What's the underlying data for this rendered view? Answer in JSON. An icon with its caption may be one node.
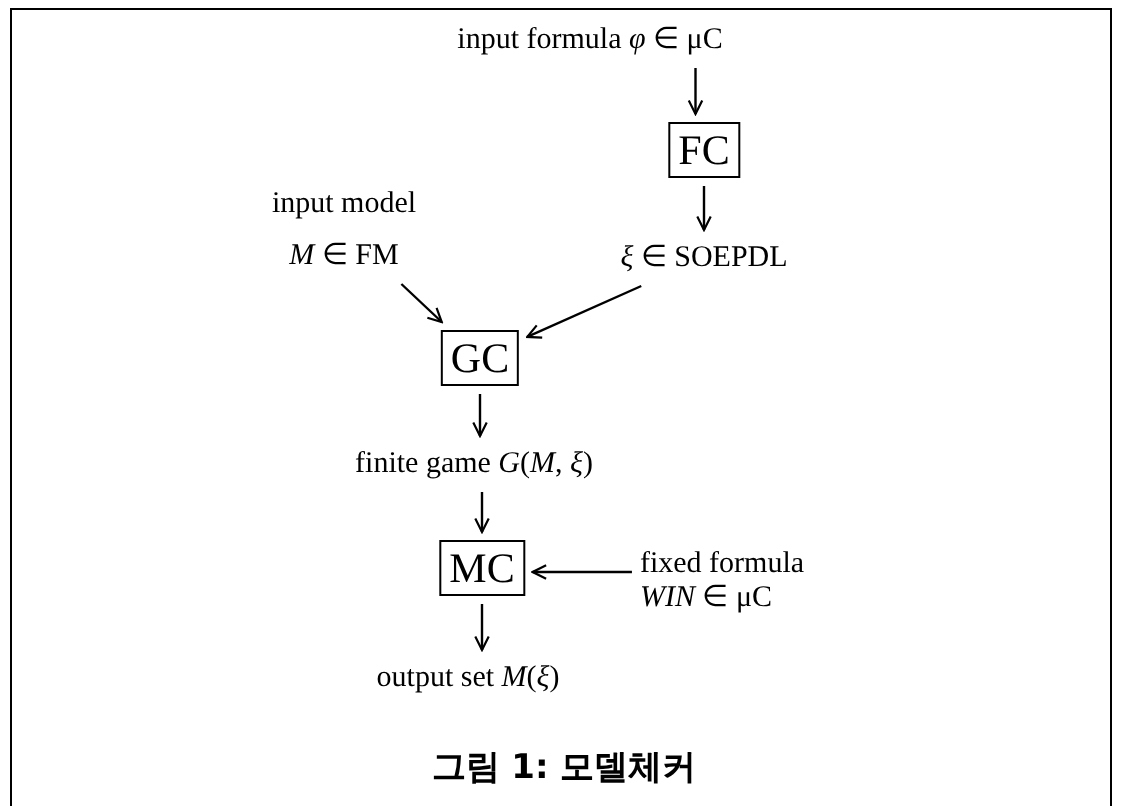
{
  "diagram": {
    "caption": "그림 1: 모델체커",
    "nodes": [
      {
        "text": [
          "input formula *φ* ∈ μC"
        ]
      },
      {
        "text": [
          "FC"
        ]
      },
      {
        "text": [
          "input model",
          "*M* ∈ FM"
        ]
      },
      {
        "text": [
          "*ξ* ∈ SOEPDL"
        ]
      },
      {
        "text": [
          "GC"
        ]
      },
      {
        "text": [
          "finite game *G*(*M*, *ξ*)"
        ]
      },
      {
        "text": [
          "MC"
        ]
      },
      {
        "text": [
          "fixed formula",
          "*WIN* ∈ μC"
        ]
      },
      {
        "text": [
          "output set *M*(*ξ*)"
        ]
      }
    ],
    "edges": [
      {
        "from": 0,
        "to": 1,
        "arrow": "to"
      },
      {
        "from": 1,
        "to": 3,
        "arrow": "to"
      },
      {
        "from": 2,
        "to": 4,
        "arrow": "to"
      },
      {
        "from": 3,
        "to": 4,
        "arrow": "to"
      },
      {
        "from": 4,
        "to": 5,
        "arrow": "to"
      },
      {
        "from": 5,
        "to": 6,
        "arrow": "to"
      },
      {
        "from": 7,
        "to": 6,
        "arrow": "to"
      },
      {
        "from": 6,
        "to": 8,
        "arrow": "to"
      }
    ]
  }
}
